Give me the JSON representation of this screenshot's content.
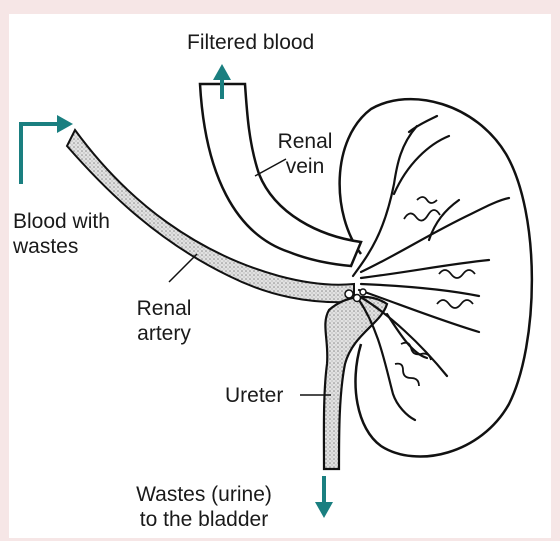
{
  "labels": {
    "filtered_blood": "Filtered blood",
    "renal_vein_1": "Renal",
    "renal_vein_2": "vein",
    "blood_wastes_1": "Blood with",
    "blood_wastes_2": "wastes",
    "renal_artery_1": "Renal",
    "renal_artery_2": "artery",
    "ureter": "Ureter",
    "wastes_1": "Wastes (urine)",
    "wastes_2": "to the bladder"
  },
  "colors": {
    "arrow": "#1a7f80",
    "line": "#111111",
    "stipple": "#b5b5b5",
    "background": "#f6e6e6"
  }
}
